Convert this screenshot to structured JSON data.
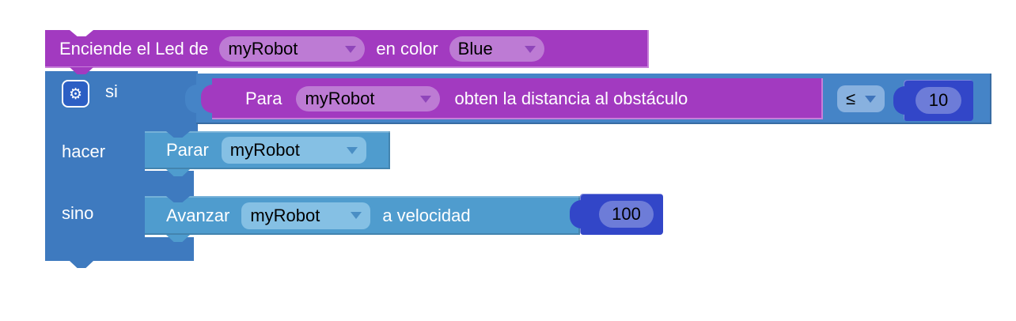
{
  "blocks": {
    "led": {
      "text_before": "Enciende el Led de",
      "robot_select": "myRobot",
      "text_middle": "en color",
      "color_select": "Blue",
      "block_color": "#a23ac0",
      "dropdown_color": "#bd7bd4"
    },
    "if": {
      "if_label": "si",
      "do_label": "hacer",
      "else_label": "sino",
      "gear_icon": "mutator-gear",
      "block_color": "#3e7abf"
    },
    "compare": {
      "operator_select": "≤",
      "block_color": "#4584c7",
      "dropdown_color": "#88b1df"
    },
    "distance": {
      "text_before": "Para",
      "robot_select": "myRobot",
      "text_after": "obten la distancia al obstáculo",
      "block_color": "#a23ac0"
    },
    "threshold": {
      "value": "10",
      "block_color": "#3246c8",
      "field_color": "#6d7cd8"
    },
    "stop": {
      "text": "Parar",
      "robot_select": "myRobot",
      "block_color": "#4f9cce",
      "dropdown_color": "#85c0e4"
    },
    "advance": {
      "text_before": "Avanzar",
      "robot_select": "myRobot",
      "text_after": "a velocidad",
      "block_color": "#4f9cce"
    },
    "speed": {
      "value": "100",
      "block_color": "#3246c8",
      "field_color": "#6d7cd8"
    }
  }
}
